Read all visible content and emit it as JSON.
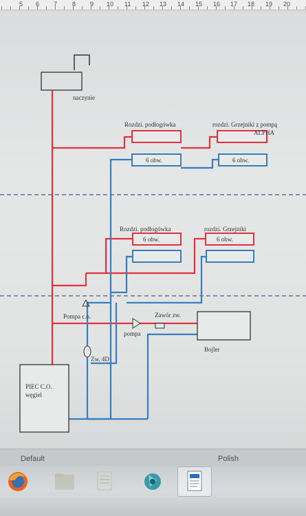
{
  "ruler": {
    "numbers": [
      "5",
      "6",
      "7",
      "8",
      "9",
      "10",
      "11",
      "12",
      "13",
      "14",
      "15",
      "16",
      "17",
      "18",
      "19",
      "20"
    ]
  },
  "diagram": {
    "colors": {
      "supply": "#e0323f",
      "return": "#3a7dbf",
      "outline": "#333333",
      "dashed": "#4a5a80"
    },
    "labels": {
      "expansion_tank": "naczynie",
      "floor_manifold_top": "Rozdzi. podłogówka",
      "radiator_manifold_top_line1": "rozdzi. Grzejniki z pompą",
      "radiator_manifold_top_line2": "ALPHA",
      "circuits_left_top": "6 obw.",
      "circuits_right_top": "6 obw.",
      "floor_manifold_mid": "Rozdzi. podłogówka",
      "radiator_manifold_mid": "rozdzi. Grzejniki",
      "circuits_left_mid": "6 obw.",
      "circuits_right_mid": "6 obw.",
      "co_pump": "Pompa c.o.",
      "valve_label": "Zawór zw.",
      "pump": "pompa",
      "boiler": "Bojler",
      "four_way_valve": "Zw. 4D",
      "furnace_line1": "PIEC C.O.",
      "furnace_line2": "węgiel"
    }
  },
  "statusbar": {
    "left": "Default",
    "right": "Polish"
  },
  "taskbar": {
    "items": [
      {
        "name": "firefox",
        "icon": "firefox-icon"
      },
      {
        "name": "file-explorer",
        "icon": "folder-icon"
      },
      {
        "name": "document",
        "icon": "document-icon"
      },
      {
        "name": "media-player",
        "icon": "media-player-icon"
      },
      {
        "name": "word-processor",
        "icon": "writer-icon"
      }
    ]
  }
}
